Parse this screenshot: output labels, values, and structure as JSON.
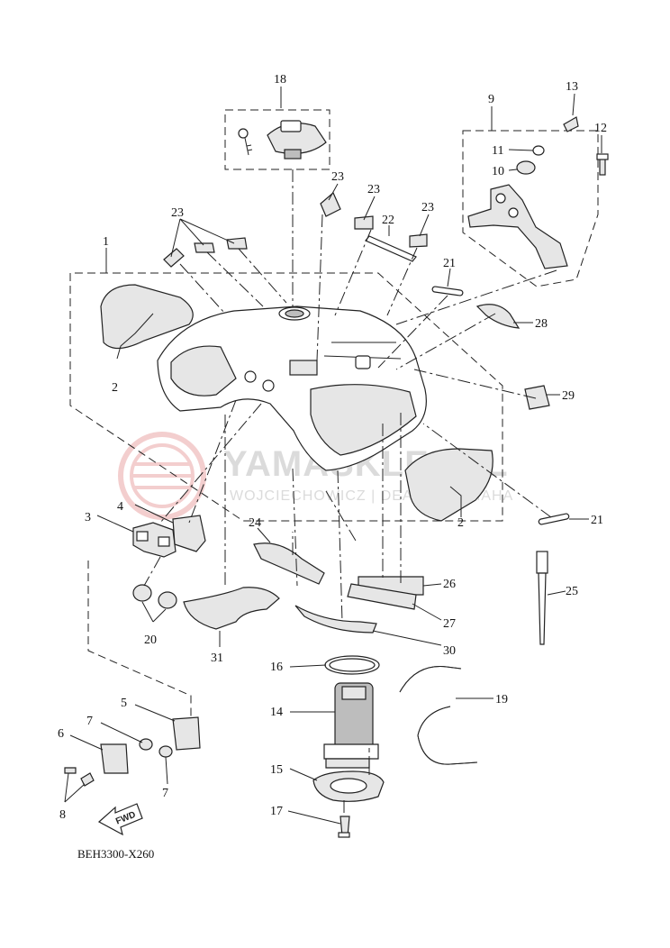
{
  "diagram_code": "BEH3300-X260",
  "watermark": {
    "brand": "YAMASKLEP.PL",
    "tagline": "WOJCIECHOWICZ | DEALER YAMAHA"
  },
  "fwd_label": "FWD",
  "labels": {
    "p1": "1",
    "p2a": "2",
    "p2b": "2",
    "p3": "3",
    "p4": "4",
    "p5": "5",
    "p6": "6",
    "p7a": "7",
    "p7b": "7",
    "p8": "8",
    "p9": "9",
    "p10": "10",
    "p11": "11",
    "p12": "12",
    "p13": "13",
    "p14": "14",
    "p15": "15",
    "p16": "16",
    "p17": "17",
    "p18": "18",
    "p19": "19",
    "p20": "20",
    "p21a": "21",
    "p21b": "21",
    "p22": "22",
    "p23a": "23",
    "p23b": "23",
    "p23c": "23",
    "p23d": "23",
    "p24": "24",
    "p25": "25",
    "p26": "26",
    "p27": "27",
    "p28": "28",
    "p29": "29",
    "p30": "30",
    "p31": "31"
  }
}
